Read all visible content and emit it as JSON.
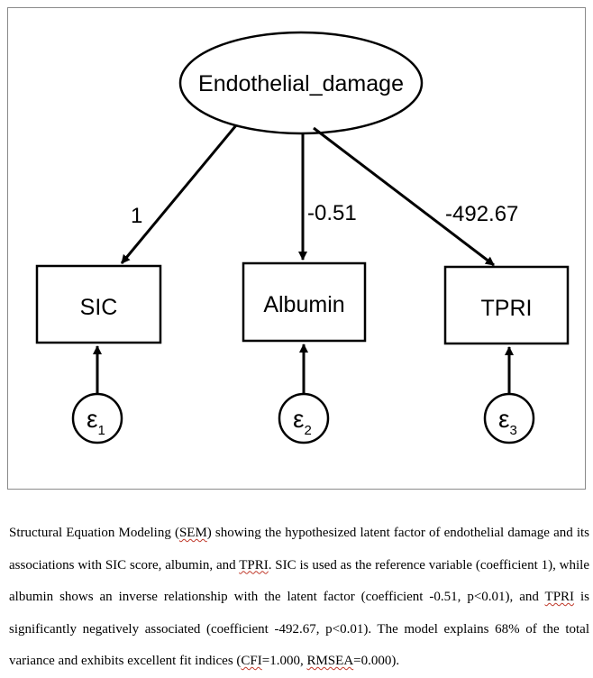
{
  "diagram": {
    "latent": {
      "label": "Endothelial_damage"
    },
    "indicators": [
      {
        "id": "sic",
        "label": "SIC",
        "loading": "1",
        "error_symbol": "ε",
        "error_index": "1"
      },
      {
        "id": "albumin",
        "label": "Albumin",
        "loading": "-0.51",
        "error_symbol": "ε",
        "error_index": "2"
      },
      {
        "id": "tpri",
        "label": "TPRI",
        "loading": "-492.67",
        "error_symbol": "ε",
        "error_index": "3"
      }
    ]
  },
  "caption": {
    "segments": [
      {
        "text": "Structural Equation Modeling (",
        "squiggle": false
      },
      {
        "text": "SEM",
        "squiggle": true
      },
      {
        "text": ") showing the hypothesized latent factor of endothelial damage and its associations with SIC score, albumin, and ",
        "squiggle": false
      },
      {
        "text": "TPRI",
        "squiggle": true
      },
      {
        "text": ". SIC is used as the reference variable (coefficient 1), while albumin shows an inverse relationship with the latent factor (coefficient -0.51, p<0.01), and ",
        "squiggle": false
      },
      {
        "text": "TPRI",
        "squiggle": true
      },
      {
        "text": " is significantly negatively associated (coefficient -492.67, p<0.01). The model explains 68% of the total variance and exhibits excellent fit indices (",
        "squiggle": false
      },
      {
        "text": "CFI",
        "squiggle": true
      },
      {
        "text": "=1.000, ",
        "squiggle": false
      },
      {
        "text": "RMSEA",
        "squiggle": true
      },
      {
        "text": "=0.000).",
        "squiggle": false
      }
    ]
  }
}
